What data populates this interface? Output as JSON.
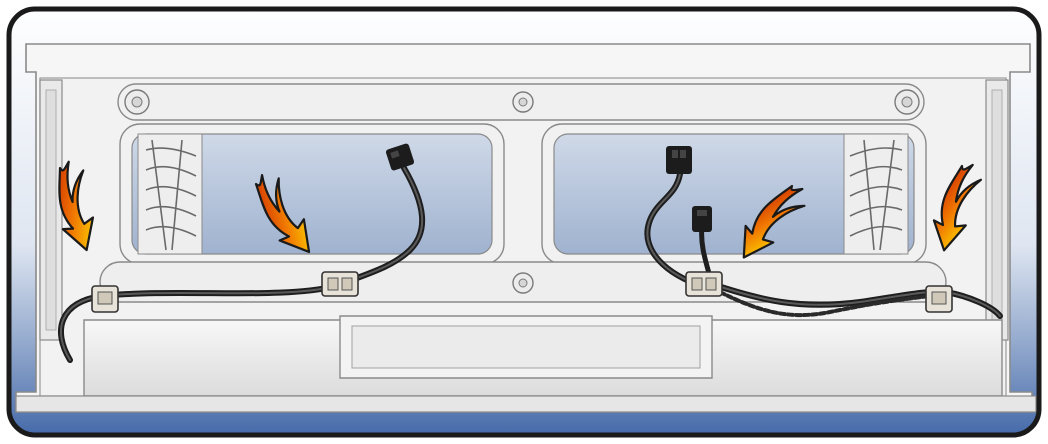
{
  "illustration": {
    "subject": "",
    "colors": {
      "frame_border": "#1a1a1a",
      "background_top": "#ffffff",
      "background_bottom": "#3e64a6",
      "chassis_fill": "#f4f4f4",
      "chassis_stroke": "#7a7a7a",
      "window_glass": "#b8c6dc",
      "cable": "#2a2a2a",
      "connector": "#1c1c1c",
      "clip_fill": "#e8e3d8",
      "arrow_outer": "#d22a00",
      "arrow_mid": "#f07800",
      "arrow_inner": "#ffe600"
    },
    "callouts": [
      {
        "id": "arrow-1",
        "points_to": "left-edge-cable-clip"
      },
      {
        "id": "arrow-2",
        "points_to": "center-left-cable-clip"
      },
      {
        "id": "arrow-3",
        "points_to": "center-right-cable-clip"
      },
      {
        "id": "arrow-4",
        "points_to": "right-edge-cable-clip"
      }
    ],
    "icons": [
      "flame-arrow-icon",
      "cable-clip-icon",
      "connector-plug-icon",
      "screw-icon",
      "fan-grille-icon"
    ]
  }
}
